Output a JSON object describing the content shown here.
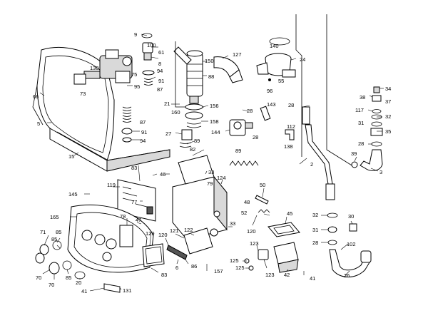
{
  "labels": [
    {
      "id": "l9",
      "text": "9"
    },
    {
      "id": "l100",
      "text": "100"
    },
    {
      "id": "l61",
      "text": "61"
    },
    {
      "id": "l8",
      "text": "8"
    },
    {
      "id": "l94a",
      "text": "94"
    },
    {
      "id": "l87a",
      "text": "87"
    },
    {
      "id": "l91a",
      "text": "91"
    },
    {
      "id": "l130",
      "text": "130"
    },
    {
      "id": "l75",
      "text": "75"
    },
    {
      "id": "l73",
      "text": "73"
    },
    {
      "id": "l95",
      "text": "95"
    },
    {
      "id": "l66",
      "text": "66"
    },
    {
      "id": "l150",
      "text": "150"
    },
    {
      "id": "l127",
      "text": "127"
    },
    {
      "id": "l140",
      "text": "140"
    },
    {
      "id": "l24",
      "text": "24"
    },
    {
      "id": "l55",
      "text": "55"
    },
    {
      "id": "l96",
      "text": "96"
    },
    {
      "id": "l88",
      "text": "88"
    },
    {
      "id": "l21",
      "text": "21"
    },
    {
      "id": "l160",
      "text": "160"
    },
    {
      "id": "l156",
      "text": "156"
    },
    {
      "id": "l28a",
      "text": "28"
    },
    {
      "id": "l143",
      "text": "143"
    },
    {
      "id": "l28b",
      "text": "28"
    },
    {
      "id": "l34",
      "text": "34"
    },
    {
      "id": "l38",
      "text": "38"
    },
    {
      "id": "l37",
      "text": "37"
    },
    {
      "id": "l117",
      "text": "117"
    },
    {
      "id": "l32a",
      "text": "32"
    },
    {
      "id": "l31a",
      "text": "31"
    },
    {
      "id": "l35",
      "text": "35"
    },
    {
      "id": "l28c",
      "text": "28"
    },
    {
      "id": "l5",
      "text": "5"
    },
    {
      "id": "l87b",
      "text": "87"
    },
    {
      "id": "l91b",
      "text": "91"
    },
    {
      "id": "l94b",
      "text": "94"
    },
    {
      "id": "l27",
      "text": "27"
    },
    {
      "id": "l89a",
      "text": "89"
    },
    {
      "id": "l158",
      "text": "158"
    },
    {
      "id": "l144",
      "text": "144"
    },
    {
      "id": "l28d",
      "text": "28"
    },
    {
      "id": "l112",
      "text": "112"
    },
    {
      "id": "l138",
      "text": "138"
    },
    {
      "id": "l39",
      "text": "39"
    },
    {
      "id": "l15",
      "text": "15"
    },
    {
      "id": "l82",
      "text": "82"
    },
    {
      "id": "l89b",
      "text": "89"
    },
    {
      "id": "l2",
      "text": "2"
    },
    {
      "id": "l3",
      "text": "3"
    },
    {
      "id": "l83a",
      "text": "83"
    },
    {
      "id": "l46",
      "text": "46"
    },
    {
      "id": "l33a",
      "text": "33"
    },
    {
      "id": "l124",
      "text": "124"
    },
    {
      "id": "l79",
      "text": "79"
    },
    {
      "id": "l145",
      "text": "145"
    },
    {
      "id": "l119",
      "text": "119"
    },
    {
      "id": "l77",
      "text": "77"
    },
    {
      "id": "l50",
      "text": "50"
    },
    {
      "id": "l48",
      "text": "48"
    },
    {
      "id": "l52",
      "text": "52"
    },
    {
      "id": "l45",
      "text": "45"
    },
    {
      "id": "l165",
      "text": "165"
    },
    {
      "id": "l78",
      "text": "78"
    },
    {
      "id": "l47",
      "text": "47"
    },
    {
      "id": "l120a",
      "text": "120"
    },
    {
      "id": "l32b",
      "text": "32"
    },
    {
      "id": "l30",
      "text": "30"
    },
    {
      "id": "l71",
      "text": "71"
    },
    {
      "id": "l85a",
      "text": "85"
    },
    {
      "id": "l85b",
      "text": "85"
    },
    {
      "id": "l129",
      "text": "129"
    },
    {
      "id": "l120b",
      "text": "120"
    },
    {
      "id": "l121",
      "text": "121"
    },
    {
      "id": "l122",
      "text": "122"
    },
    {
      "id": "l33b",
      "text": "33"
    },
    {
      "id": "l31b",
      "text": "31"
    },
    {
      "id": "l28e",
      "text": "28"
    },
    {
      "id": "l102",
      "text": "102"
    },
    {
      "id": "l123a",
      "text": "123"
    },
    {
      "id": "l125a",
      "text": "125"
    },
    {
      "id": "l125b",
      "text": "125"
    },
    {
      "id": "l123b",
      "text": "123"
    },
    {
      "id": "l42",
      "text": "42"
    },
    {
      "id": "l41a",
      "text": "41"
    },
    {
      "id": "l26",
      "text": "26"
    },
    {
      "id": "l70a",
      "text": "70"
    },
    {
      "id": "l70b",
      "text": "70"
    },
    {
      "id": "l85c",
      "text": "85"
    },
    {
      "id": "l20",
      "text": "20"
    },
    {
      "id": "l6",
      "text": "6"
    },
    {
      "id": "l86",
      "text": "86"
    },
    {
      "id": "l83b",
      "text": "83"
    },
    {
      "id": "l157",
      "text": "157"
    },
    {
      "id": "l41b",
      "text": "41"
    },
    {
      "id": "l131",
      "text": "131"
    }
  ]
}
